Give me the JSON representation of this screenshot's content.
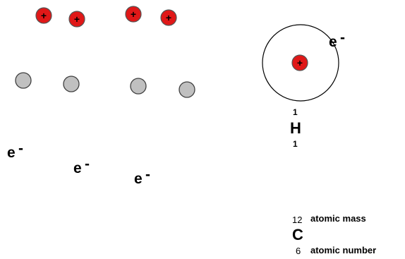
{
  "particles": {
    "protons": [
      {
        "symbol": "+"
      },
      {
        "symbol": "+"
      },
      {
        "symbol": "+"
      },
      {
        "symbol": "+"
      }
    ],
    "neutrons_count": 4,
    "electrons": [
      {
        "symbol": "e",
        "charge": "-"
      },
      {
        "symbol": "e",
        "charge": "-"
      },
      {
        "symbol": "e",
        "charge": "-"
      }
    ]
  },
  "hydrogen_atom": {
    "nucleus_symbol": "+",
    "electron": {
      "symbol": "e",
      "charge": "-"
    },
    "mass_number": "1",
    "element_symbol": "H",
    "atomic_number": "1"
  },
  "carbon_key": {
    "mass_number": "12",
    "mass_label": "atomic mass",
    "element_symbol": "C",
    "atomic_number": "6",
    "number_label": "atomic number"
  },
  "colors": {
    "proton_fill": "#e01818",
    "proton_outline": "#555555",
    "neutron_fill": "#c0c0c0",
    "neutron_outline": "#404040",
    "orbit": "#000000"
  }
}
